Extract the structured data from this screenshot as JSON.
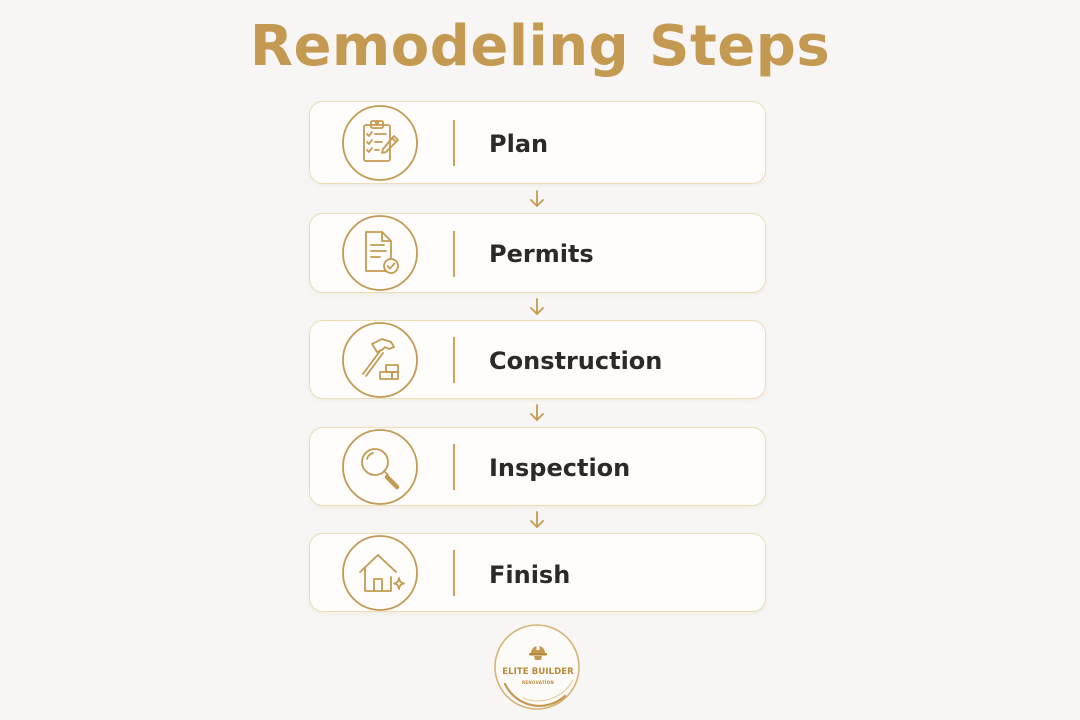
{
  "title": "Remodeling Steps",
  "steps": [
    {
      "label": "Plan",
      "icon": "clipboard-checklist-icon"
    },
    {
      "label": "Permits",
      "icon": "document-check-icon"
    },
    {
      "label": "Construction",
      "icon": "hammer-bricks-icon"
    },
    {
      "label": "Inspection",
      "icon": "magnifying-glass-icon"
    },
    {
      "label": "Finish",
      "icon": "house-sparkle-icon"
    }
  ],
  "logo": {
    "name": "ELITE BUILDER",
    "tagline": "RENOVATION",
    "icon": "hard-hat-icon"
  },
  "colors": {
    "accent": "#c49a52",
    "background": "#f8f6f5",
    "card": "#fefdfb",
    "card_border": "#ecdcb8",
    "text": "#2c2a27"
  }
}
